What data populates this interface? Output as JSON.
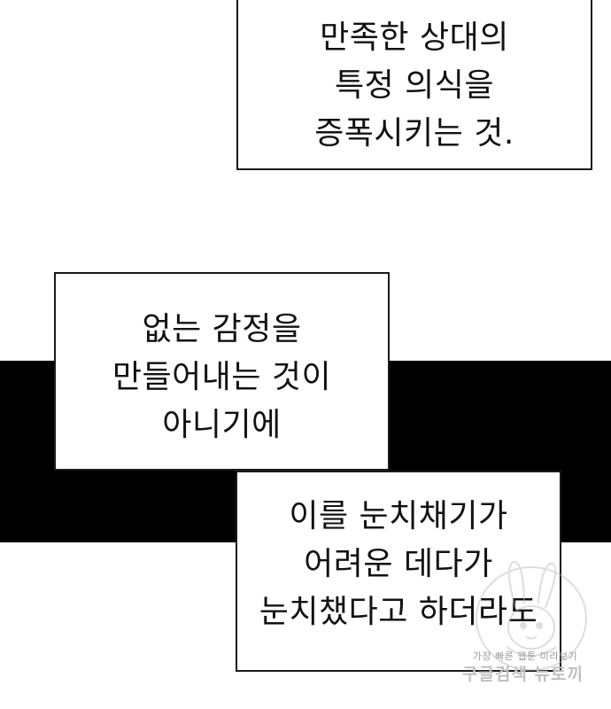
{
  "captions": [
    {
      "lines": [
        "만족한 상대의",
        "특정 의식을",
        "증폭시키는 것."
      ]
    },
    {
      "lines": [
        "없는 감정을",
        "만들어내는 것이",
        "아니기에"
      ]
    },
    {
      "lines": [
        "이를 눈치채기가",
        "어려운 데다가",
        "눈치챘다고 하더라도"
      ]
    }
  ],
  "watermark": {
    "line1": "가장 빠른 웹툰 미리보기",
    "line2": "구글검색 뉴토끼",
    "icon": "rabbit-mascot-icon"
  },
  "colors": {
    "background": "#ffffff",
    "band": "#000000",
    "text": "#111111",
    "border": "#1a1a1a"
  }
}
